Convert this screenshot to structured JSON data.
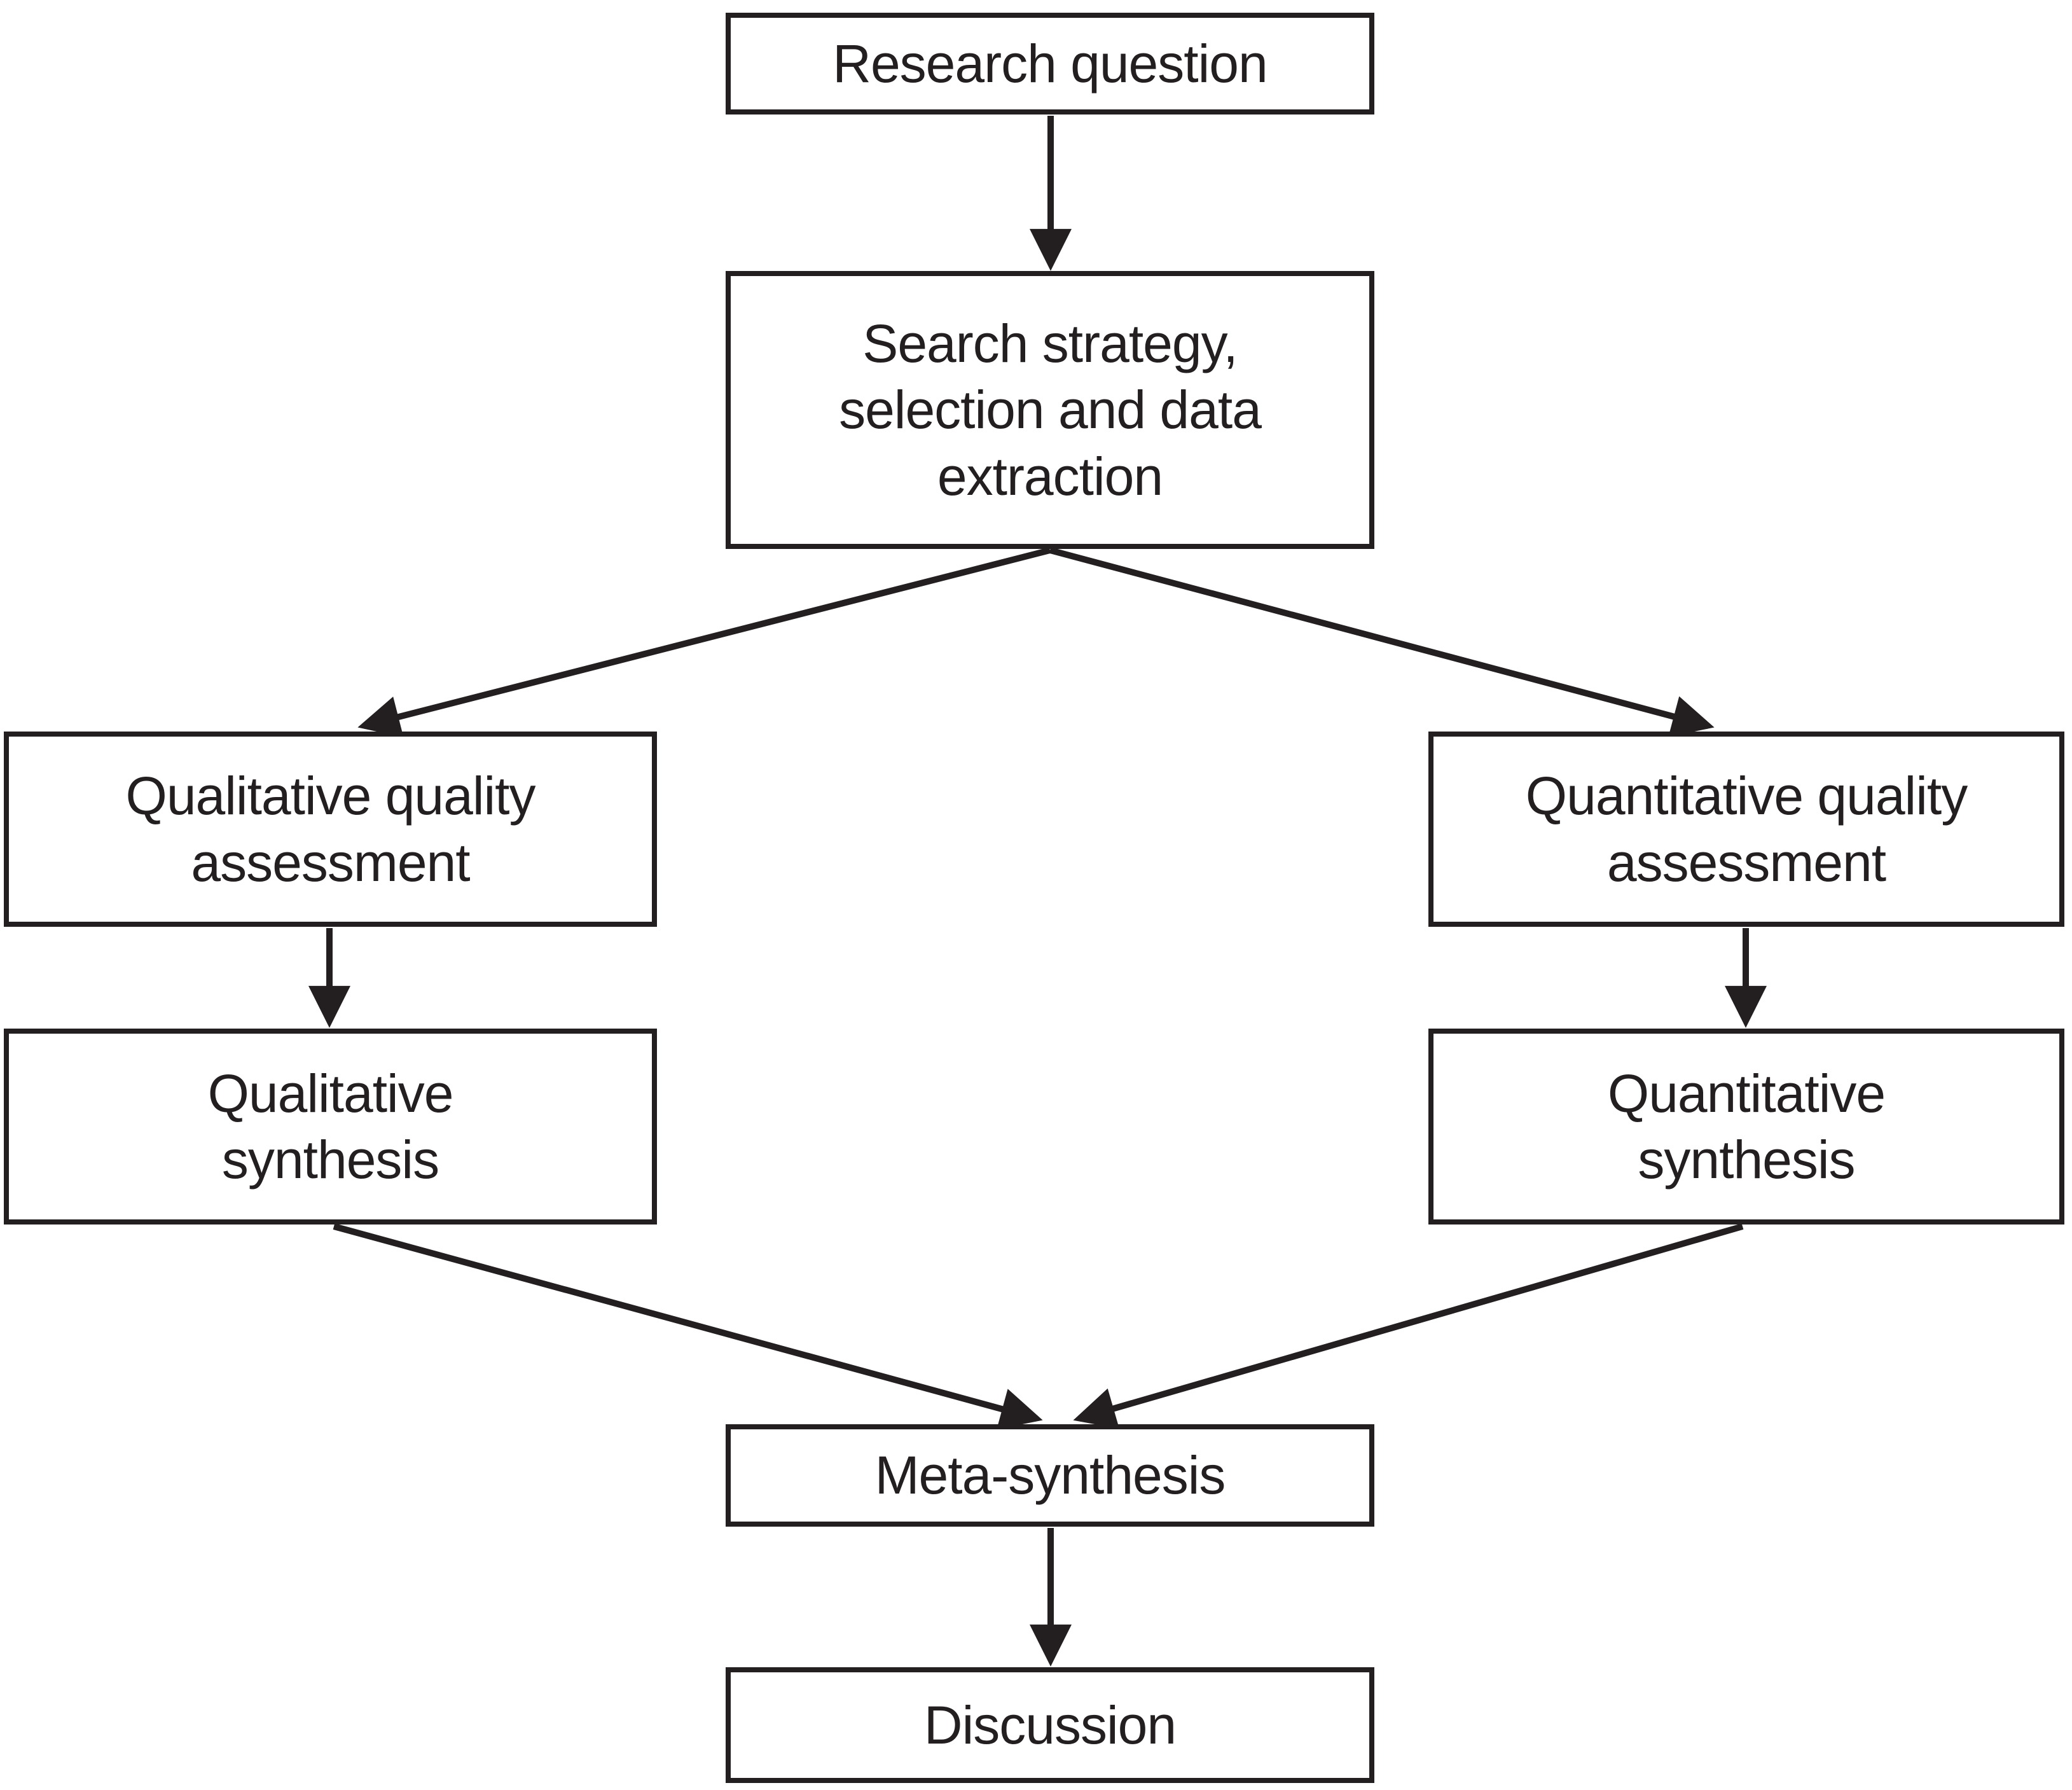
{
  "diagram": {
    "type": "flowchart",
    "nodes": [
      {
        "id": "research-question",
        "label": "Research question"
      },
      {
        "id": "search-strategy",
        "label": "Search strategy,\nselection and data\nextraction"
      },
      {
        "id": "qualitative-assessment",
        "label": "Qualitative quality\nassessment"
      },
      {
        "id": "quantitative-assessment",
        "label": "Quantitative quality\nassessment"
      },
      {
        "id": "qualitative-synthesis",
        "label": "Qualitative\nsynthesis"
      },
      {
        "id": "quantitative-synthesis",
        "label": "Quantitative\nsynthesis"
      },
      {
        "id": "meta-synthesis",
        "label": "Meta-synthesis"
      },
      {
        "id": "discussion",
        "label": "Discussion"
      }
    ],
    "edges": [
      {
        "from": "research-question",
        "to": "search-strategy"
      },
      {
        "from": "search-strategy",
        "to": "qualitative-assessment"
      },
      {
        "from": "search-strategy",
        "to": "quantitative-assessment"
      },
      {
        "from": "qualitative-assessment",
        "to": "qualitative-synthesis"
      },
      {
        "from": "quantitative-assessment",
        "to": "quantitative-synthesis"
      },
      {
        "from": "qualitative-synthesis",
        "to": "meta-synthesis"
      },
      {
        "from": "quantitative-synthesis",
        "to": "meta-synthesis"
      },
      {
        "from": "meta-synthesis",
        "to": "discussion"
      }
    ]
  },
  "colors": {
    "ink": "#231f20",
    "paper": "#ffffff"
  }
}
